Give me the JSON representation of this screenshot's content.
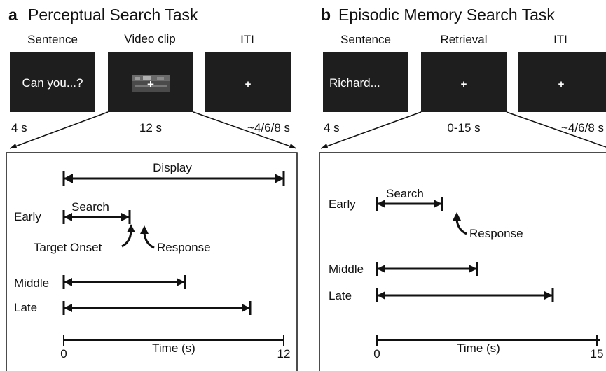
{
  "panel_a": {
    "letter": "a",
    "title": "Perceptual Search Task",
    "screens": [
      {
        "label": "Sentence",
        "text": "Can you...?",
        "duration": "4 s"
      },
      {
        "label": "Video clip",
        "text": "+",
        "duration": "12 s"
      },
      {
        "label": "ITI",
        "text": "+",
        "duration": "~4/6/8 s"
      }
    ],
    "detail": {
      "display_label": "Display",
      "rows": [
        {
          "label": "Early",
          "span_label": "Search"
        },
        {
          "label": "Middle",
          "span_label": ""
        },
        {
          "label": "Late",
          "span_label": ""
        }
      ],
      "target_onset_label": "Target Onset",
      "response_label": "Response",
      "axis": {
        "label": "Time (s)",
        "min": "0",
        "max": "12"
      }
    }
  },
  "panel_b": {
    "letter": "b",
    "title": "Episodic Memory Search Task",
    "screens": [
      {
        "label": "Sentence",
        "text": "Richard...",
        "duration": "4 s"
      },
      {
        "label": "Retrieval",
        "text": "+",
        "duration": "0-15 s"
      },
      {
        "label": "ITI",
        "text": "+",
        "duration": "~4/6/8 s"
      }
    ],
    "detail": {
      "rows": [
        {
          "label": "Early",
          "span_label": "Search"
        },
        {
          "label": "Middle",
          "span_label": ""
        },
        {
          "label": "Late",
          "span_label": ""
        }
      ],
      "response_label": "Response",
      "axis": {
        "label": "Time (s)",
        "min": "0",
        "max": "15"
      }
    }
  }
}
